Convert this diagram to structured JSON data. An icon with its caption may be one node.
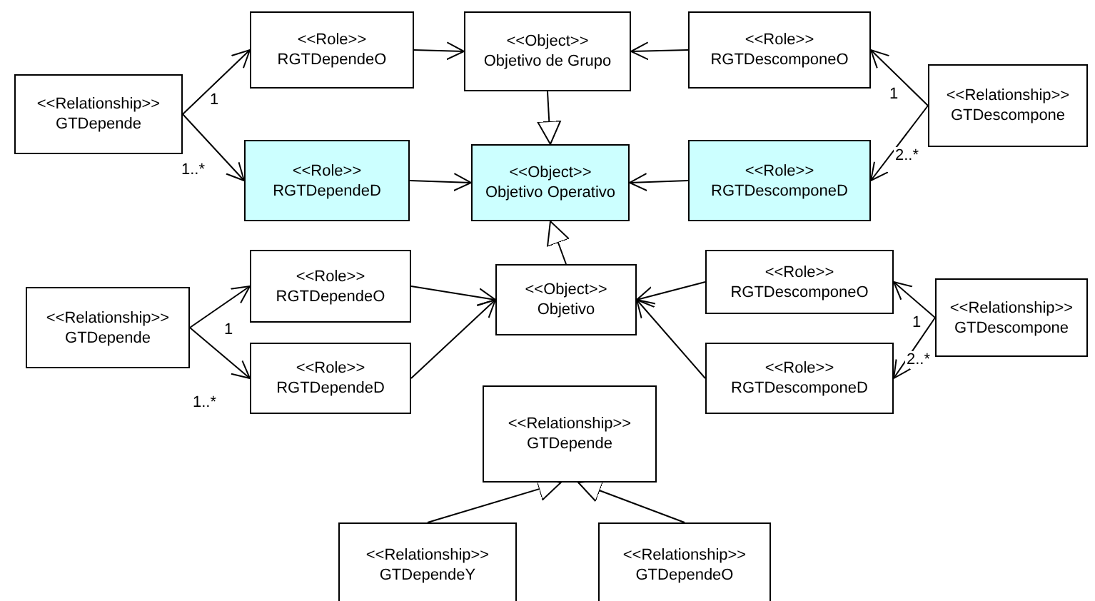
{
  "diagram": {
    "nodes": [
      {
        "text": [
          "<<Relationship>>",
          "GTDepende"
        ]
      },
      {
        "text": [
          "<<Role>>",
          "RGTDependeO"
        ]
      },
      {
        "text": [
          "<<Object>>",
          "Objetivo de Grupo"
        ]
      },
      {
        "text": [
          "<<Role>>",
          "RGTDescomponeO"
        ]
      },
      {
        "text": [
          "<<Relationship>>",
          "GTDescompone"
        ]
      },
      {
        "text": [
          "<<Role>>",
          "RGTDependeD"
        ]
      },
      {
        "text": [
          "<<Object>>",
          "Objetivo Operativo"
        ]
      },
      {
        "text": [
          "<<Role>>",
          "RGTDescomponeD"
        ]
      },
      {
        "text": [
          "<<Relationship>>",
          "GTDepende"
        ]
      },
      {
        "text": [
          "<<Role>>",
          "RGTDependeO"
        ]
      },
      {
        "text": [
          "<<Object>>",
          "Objetivo"
        ]
      },
      {
        "text": [
          "<<Role>>",
          "RGTDescomponeO"
        ]
      },
      {
        "text": [
          "<<Relationship>>",
          "GTDescompone"
        ]
      },
      {
        "text": [
          "<<Role>>",
          "RGTDependeD"
        ]
      },
      {
        "text": [
          "<<Role>>",
          "RGTDescomponeD"
        ]
      },
      {
        "text": [
          "<<Relationship>>",
          "GTDepende"
        ]
      },
      {
        "text": [
          "<<Relationship>>",
          "GTDependeY"
        ]
      },
      {
        "text": [
          "<<Relationship>>",
          "GTDependeO"
        ]
      }
    ],
    "edges": [
      {
        "from": 0,
        "to": 1,
        "arrow": "to",
        "label": "1"
      },
      {
        "from": 0,
        "to": 5,
        "arrow": "to",
        "label": "1..*"
      },
      {
        "from": 1,
        "to": 2,
        "arrow": "to"
      },
      {
        "from": 3,
        "to": 2,
        "arrow": "to"
      },
      {
        "from": 4,
        "to": 3,
        "arrow": "to",
        "label": "1"
      },
      {
        "from": 4,
        "to": 7,
        "arrow": "to",
        "label": "2..*"
      },
      {
        "from": 5,
        "to": 6,
        "arrow": "to"
      },
      {
        "from": 7,
        "to": 6,
        "arrow": "to"
      },
      {
        "from": 2,
        "to": 6,
        "arrow": "to"
      },
      {
        "from": 10,
        "to": 6,
        "arrow": "to"
      },
      {
        "from": 8,
        "to": 9,
        "arrow": "to",
        "label": "1"
      },
      {
        "from": 8,
        "to": 13,
        "arrow": "to",
        "label": "1..*"
      },
      {
        "from": 9,
        "to": 10,
        "arrow": "to"
      },
      {
        "from": 13,
        "to": 10,
        "arrow": "to"
      },
      {
        "from": 11,
        "to": 10,
        "arrow": "to"
      },
      {
        "from": 14,
        "to": 10,
        "arrow": "to"
      },
      {
        "from": 12,
        "to": 11,
        "arrow": "to",
        "label": "1"
      },
      {
        "from": 12,
        "to": 14,
        "arrow": "to",
        "label": "2..*"
      },
      {
        "from": 16,
        "to": 15,
        "arrow": "to"
      },
      {
        "from": 17,
        "to": 15,
        "arrow": "to"
      }
    ]
  }
}
